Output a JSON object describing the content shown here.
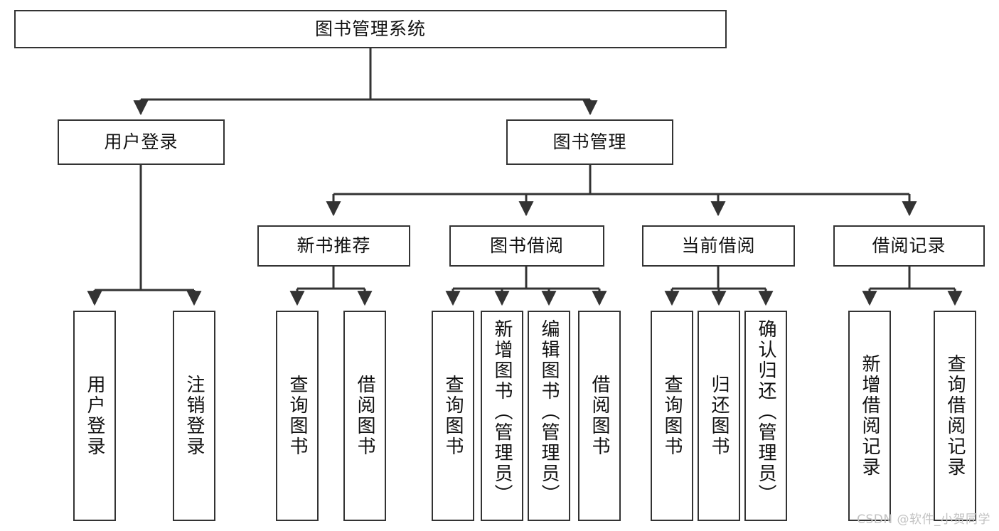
{
  "diagram": {
    "type": "tree",
    "title": "图书管理系统",
    "watermark": "CSDN @软件_小贺同学",
    "colors": {
      "box_border": "#333333",
      "box_fill": "#ffffff",
      "edge": "#333333",
      "text": "#111111",
      "watermark": "#c2c2c2"
    },
    "nodes": {
      "root": {
        "label": "图书管理系统"
      },
      "level2": [
        {
          "id": "user-login",
          "label": "用户登录"
        },
        {
          "id": "book-manage",
          "label": "图书管理"
        }
      ],
      "level3": [
        {
          "id": "new-book-recommend",
          "label": "新书推荐"
        },
        {
          "id": "book-borrow",
          "label": "图书借阅"
        },
        {
          "id": "current-borrow",
          "label": "当前借阅"
        },
        {
          "id": "borrow-record",
          "label": "借阅记录"
        }
      ],
      "leaves": {
        "user-login": [
          {
            "id": "leaf-user-login",
            "label": "用户登录"
          },
          {
            "id": "leaf-logout-login",
            "label": "注销登录"
          }
        ],
        "new-book-recommend": [
          {
            "id": "leaf-query-book-1",
            "label": "查询图书"
          },
          {
            "id": "leaf-borrow-book-1",
            "label": "借阅图书"
          }
        ],
        "book-borrow": [
          {
            "id": "leaf-query-book-2",
            "label": "查询图书"
          },
          {
            "id": "leaf-add-book",
            "label": "新增图书（管理员）"
          },
          {
            "id": "leaf-edit-book",
            "label": "编辑图书（管理员）"
          },
          {
            "id": "leaf-borrow-book-2",
            "label": "借阅图书"
          }
        ],
        "current-borrow": [
          {
            "id": "leaf-query-book-3",
            "label": "查询图书"
          },
          {
            "id": "leaf-return-book",
            "label": "归还图书"
          },
          {
            "id": "leaf-confirm-return",
            "label": "确认归还（管理员）"
          }
        ],
        "borrow-record": [
          {
            "id": "leaf-add-record",
            "label": "新增借阅记录"
          },
          {
            "id": "leaf-query-record",
            "label": "查询借阅记录"
          }
        ]
      }
    }
  }
}
